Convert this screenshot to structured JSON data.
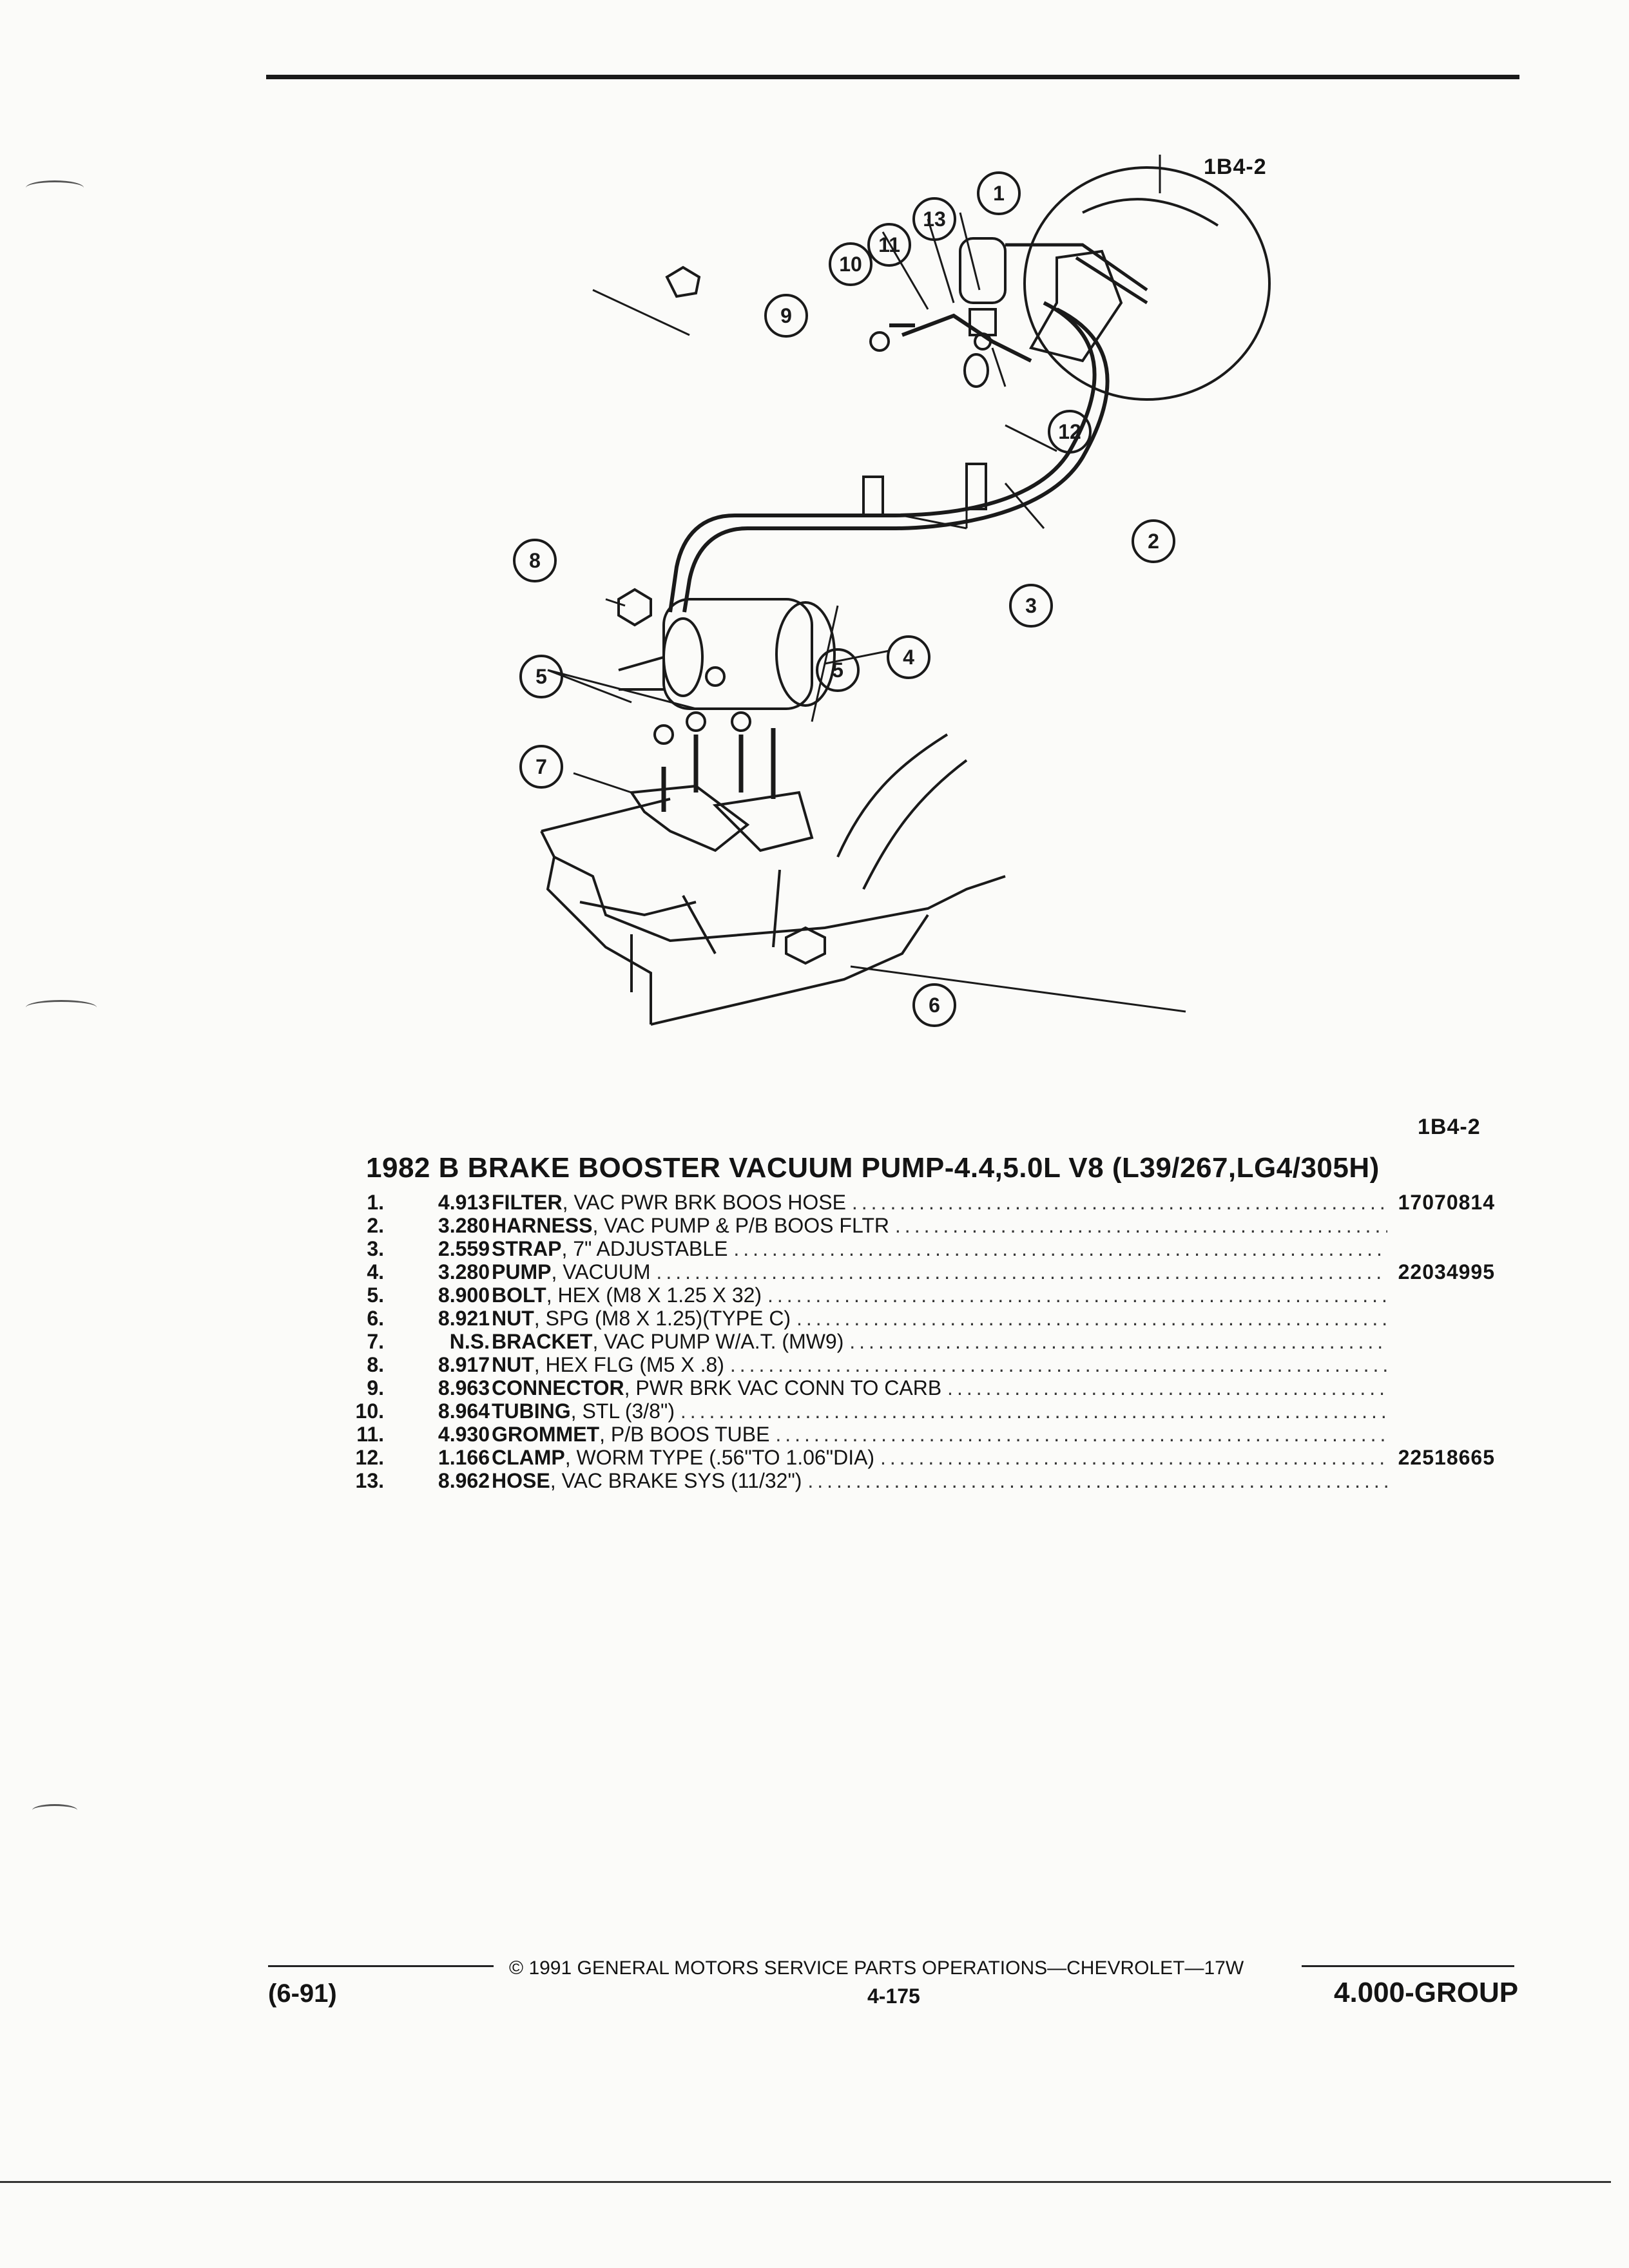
{
  "ref_code": "1B4-2",
  "title": "1982 B BRAKE BOOSTER VACUUM PUMP-4.4,5.0L V8 (L39/267,LG4/305H)",
  "callouts": [
    "1",
    "2",
    "3",
    "4",
    "5",
    "5",
    "6",
    "7",
    "8",
    "9",
    "10",
    "11",
    "12",
    "13"
  ],
  "parts": [
    {
      "idx": "1.",
      "code": "4.913",
      "name": "FILTER",
      "desc": ", VAC PWR BRK BOOS HOSE",
      "number": "17070814"
    },
    {
      "idx": "2.",
      "code": "3.280",
      "name": "HARNESS",
      "desc": ", VAC PUMP & P/B BOOS FLTR",
      "number": ""
    },
    {
      "idx": "3.",
      "code": "2.559",
      "name": "STRAP",
      "desc": ", 7\" ADJUSTABLE",
      "number": ""
    },
    {
      "idx": "4.",
      "code": "3.280",
      "name": "PUMP",
      "desc": ", VACUUM",
      "number": "22034995"
    },
    {
      "idx": "5.",
      "code": "8.900",
      "name": "BOLT",
      "desc": ", HEX (M8 X 1.25 X 32)",
      "number": ""
    },
    {
      "idx": "6.",
      "code": "8.921",
      "name": "NUT",
      "desc": ", SPG (M8 X 1.25)(TYPE C)",
      "number": ""
    },
    {
      "idx": "7.",
      "code": "N.S.",
      "name": "BRACKET",
      "desc": ", VAC PUMP W/A.T. (MW9)",
      "number": ""
    },
    {
      "idx": "8.",
      "code": "8.917",
      "name": "NUT",
      "desc": ", HEX FLG (M5 X .8)",
      "number": ""
    },
    {
      "idx": "9.",
      "code": "8.963",
      "name": "CONNECTOR",
      "desc": ", PWR BRK VAC CONN TO CARB",
      "number": ""
    },
    {
      "idx": "10.",
      "code": "8.964",
      "name": "TUBING",
      "desc": ", STL (3/8\")",
      "number": ""
    },
    {
      "idx": "11.",
      "code": "4.930",
      "name": "GROMMET",
      "desc": ", P/B BOOS TUBE",
      "number": ""
    },
    {
      "idx": "12.",
      "code": "1.166",
      "name": "CLAMP",
      "desc": ", WORM TYPE (.56\"TO 1.06\"DIA)",
      "number": "22518665"
    },
    {
      "idx": "13.",
      "code": "8.962",
      "name": "HOSE",
      "desc": ", VAC BRAKE SYS (11/32\")",
      "number": ""
    }
  ],
  "footer": {
    "copyright": "© 1991 GENERAL MOTORS SERVICE PARTS OPERATIONS—CHEVROLET—17W",
    "date": "(6-91)",
    "page": "4-175",
    "group": "4.000-GROUP"
  }
}
